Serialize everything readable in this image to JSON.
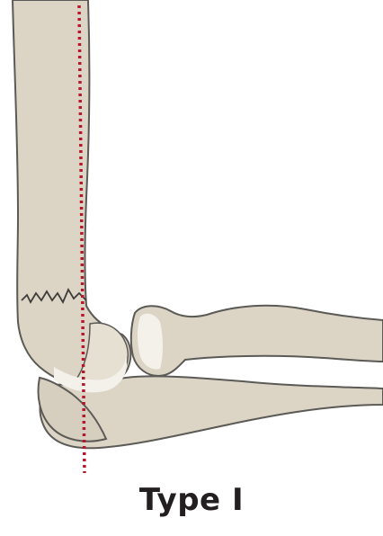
{
  "diagram": {
    "caption": "Type I",
    "elements": {
      "humerus": "humerus-bone",
      "radius": "radius-bone",
      "ulna": "ulna-bone",
      "fracture": "fracture-line",
      "reference_line": "anterior-humeral-line"
    },
    "colors": {
      "bone_fill": "#dcd5c6",
      "bone_fill_light": "#e6e0d3",
      "bone_highlight": "#f4f1ea",
      "bone_outline": "#5c5a56",
      "reference_line": "#b5172b",
      "caption_text": "#231f20"
    }
  }
}
